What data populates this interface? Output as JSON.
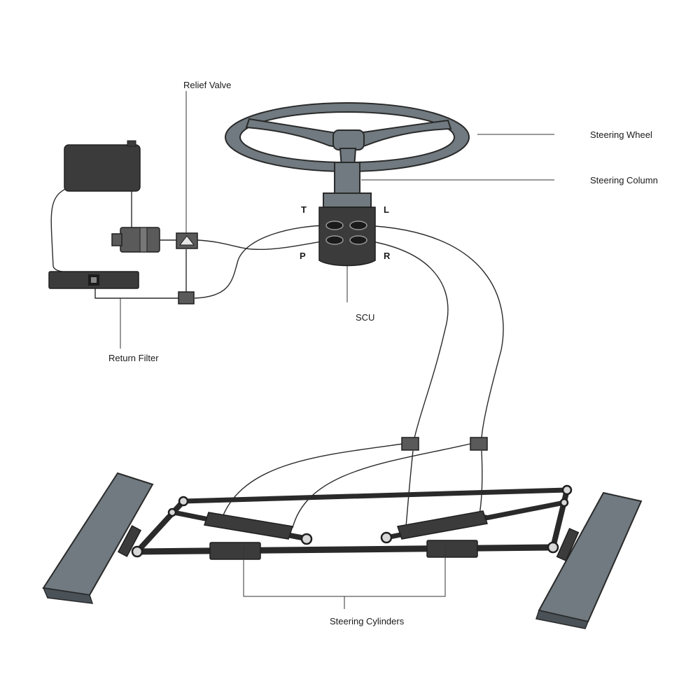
{
  "labels": {
    "relief_valve": "Relief Valve",
    "steering_wheel": "Steering Wheel",
    "steering_column": "Steering Column",
    "scu": "SCU",
    "return_filter": "Return Filter",
    "steering_cylinders": "Steering Cylinders"
  },
  "ports": {
    "t": "T",
    "l": "L",
    "p": "P",
    "r": "R"
  },
  "colors": {
    "wheel": "#707a80",
    "tire": "#707a80",
    "component_dark": "#3b3b3b",
    "line": "#2b2b2b"
  }
}
